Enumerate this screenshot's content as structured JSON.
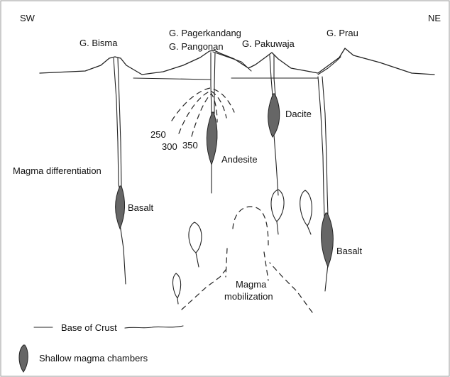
{
  "corners": {
    "left": "SW",
    "right": "NE"
  },
  "volcanoes": {
    "bisma": "G. Bisma",
    "pagerkandang": "G. Pagerkandang",
    "pangonan": "G. Pangonan",
    "pakuwaja": "G. Pakuwaja",
    "prau": "G. Prau"
  },
  "isotherms": [
    "250",
    "300",
    "350"
  ],
  "labels": {
    "dacite": "Dacite",
    "andesite": "Andesite",
    "basalt_left": "Basalt",
    "basalt_right": "Basalt",
    "magma_differentiation": "Magma differentiation",
    "magma_mobilization_line1": "Magma",
    "magma_mobilization_line2": "mobilization",
    "base_of_crust": "Base of Crust"
  },
  "legend": {
    "shallow_magma_chambers": "Shallow magma chambers"
  },
  "colors": {
    "chamber_fill": "#666666",
    "line": "#222222",
    "frame": "#9a9a9a"
  }
}
